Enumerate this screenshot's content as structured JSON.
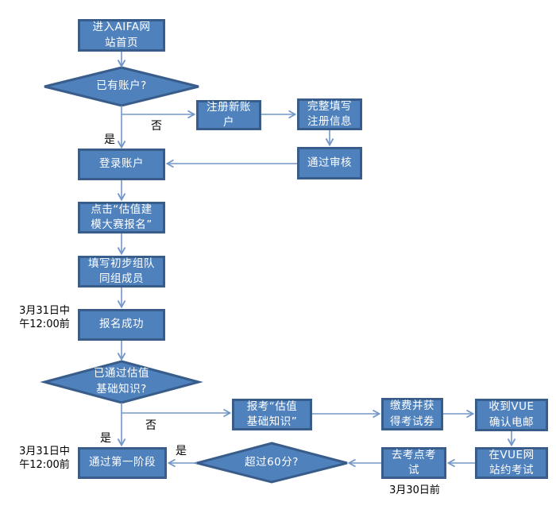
{
  "nodes": {
    "enter_site": "进入AIFA网\n站首页",
    "register_new": "注册新账\n户",
    "fill_info": "完整填写\n注册信息",
    "pass_review": "通过审核",
    "login": "登录账户",
    "click_register": "点击“估值建\n模大赛报名”",
    "fill_team": "填写初步组队\n同组成员",
    "signup_success": "报名成功",
    "register_exam": "报考“估值\n基础知识”",
    "pay_fee": "缴费并获\n得考试券",
    "receive_email": "收到VUE\n确认电邮",
    "book_exam": "在VUE网\n站约考试",
    "test_center": "去考点考\n试",
    "pass_stage1": "通过第一阶段"
  },
  "decisions": {
    "has_account": "已有账户?",
    "passed_basics": "已通过估值\n基础知识?",
    "over_60": "超过60分?"
  },
  "edge_labels": {
    "yes": "是",
    "no": "否"
  },
  "annotations": {
    "deadline_signup": "3月31日中\n午12:00前",
    "deadline_stage1": "3月31日中\n午12:00前",
    "deadline_exam": "3月30日前"
  },
  "colors": {
    "node_fill": "#4f81bd",
    "node_border": "#385d8a",
    "connector": "#7396c8",
    "node_text": "#ffffff",
    "label_text": "#000000",
    "background": "#ffffff"
  }
}
